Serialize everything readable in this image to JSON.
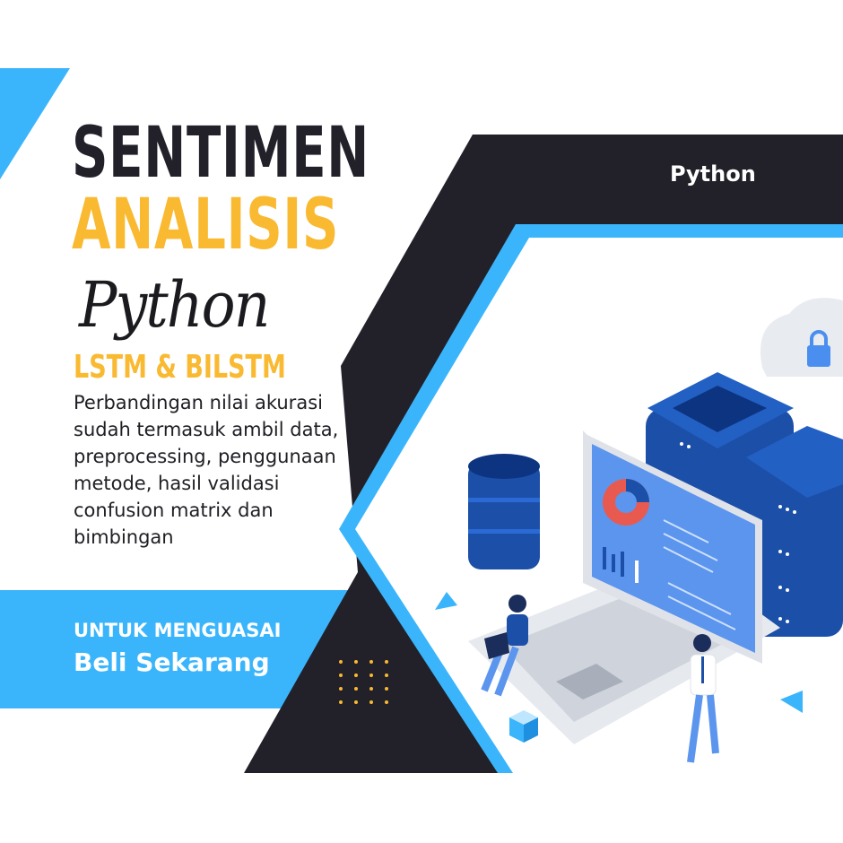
{
  "title_line1": "SENTIMEN",
  "title_line2": "ANALISIS",
  "script_title": "Python",
  "subtitle": "LSTM & BILSTM",
  "description": "Perbandingan nilai akurasi sudah termasuk ambil data, preprocessing, penggunaan metode, hasil validasi confusion matrix dan bimbingan",
  "cta": {
    "line1": "UNTUK MENGUASAI",
    "line2": "Beli Sekarang"
  },
  "tag": "Python",
  "colors": {
    "dark": "#22212a",
    "blue": "#3ab5fb",
    "yellow": "#f9b931",
    "navy": "#1c4fa8"
  }
}
